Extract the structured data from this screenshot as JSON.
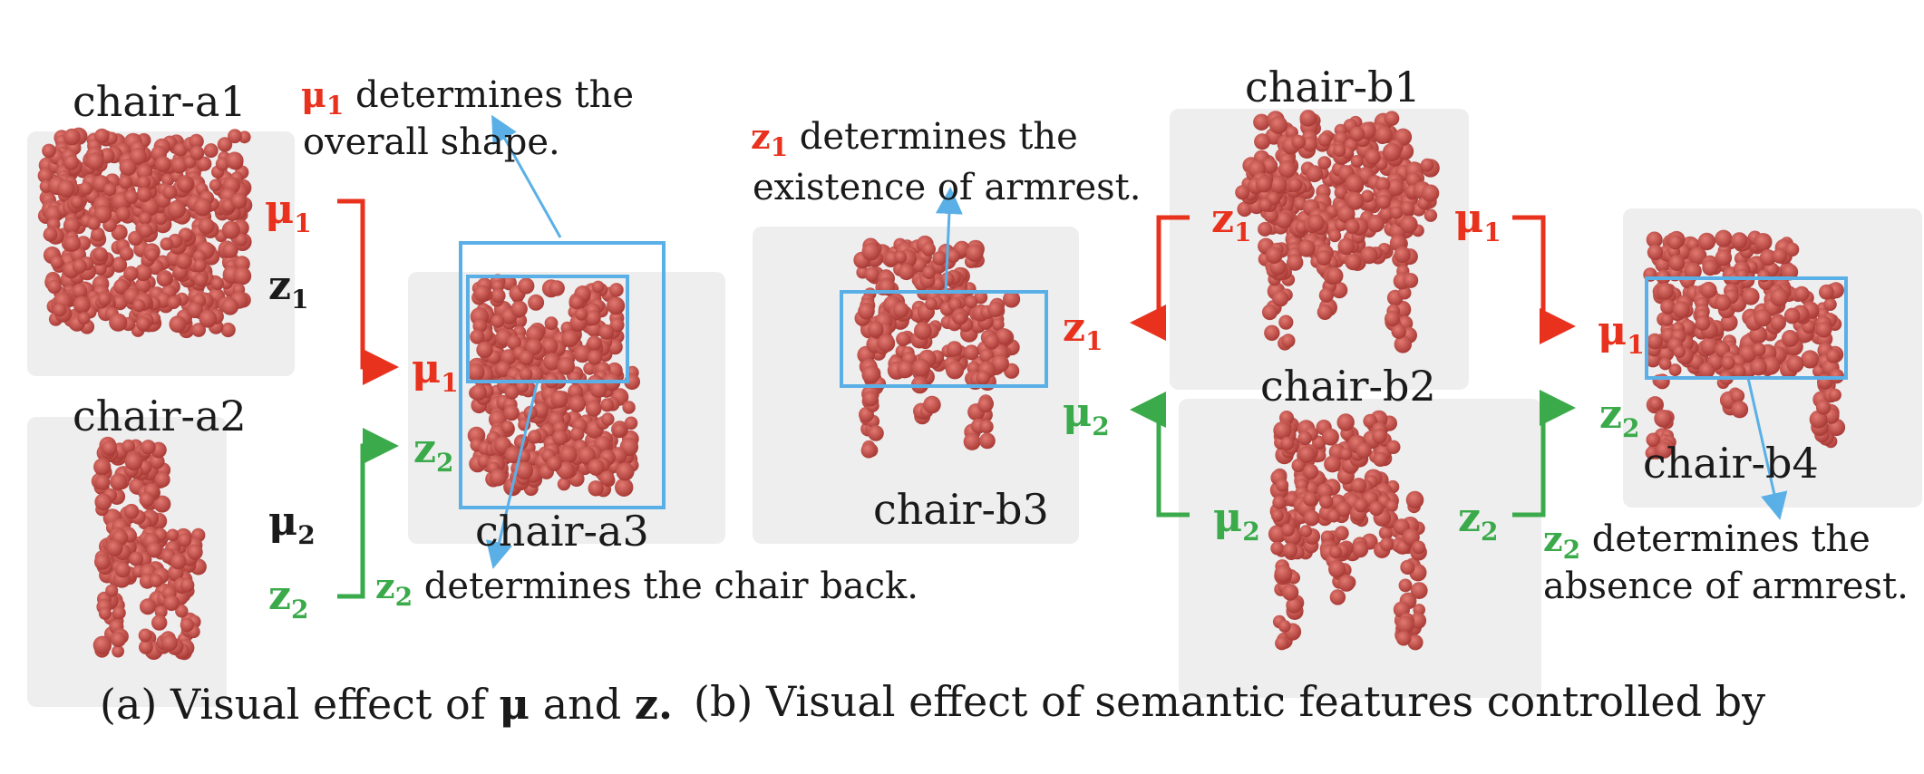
{
  "colors": {
    "red": "#e8321e",
    "green": "#3aaa4a",
    "blue": "#5ab0e6",
    "chair": "#c8504a",
    "ink": "#1a1a1a"
  },
  "chairs": {
    "a1": "chair-a1",
    "a2": "chair-a2",
    "a3": "chair-a3",
    "b1": "chair-b1",
    "b2": "chair-b2",
    "b3": "chair-b3",
    "b4": "chair-b4"
  },
  "symbols": {
    "mu": "μ",
    "z": "z",
    "sub1": "1",
    "sub2": "2"
  },
  "annotations": {
    "a_mu1": " determines the",
    "a_mu1_line2": "overall shape.",
    "a_z2": " determines the chair back.",
    "b_z1": " determines the",
    "b_z1_line2": "existence of armrest.",
    "b_z2": " determines the",
    "b_z2_line2": "absence of armrest."
  },
  "captions": {
    "a_prefix": "(a) Visual effect of ",
    "a_and": " and ",
    "a_end": ".",
    "b": "(b) Visual effect of semantic features controlled by"
  }
}
